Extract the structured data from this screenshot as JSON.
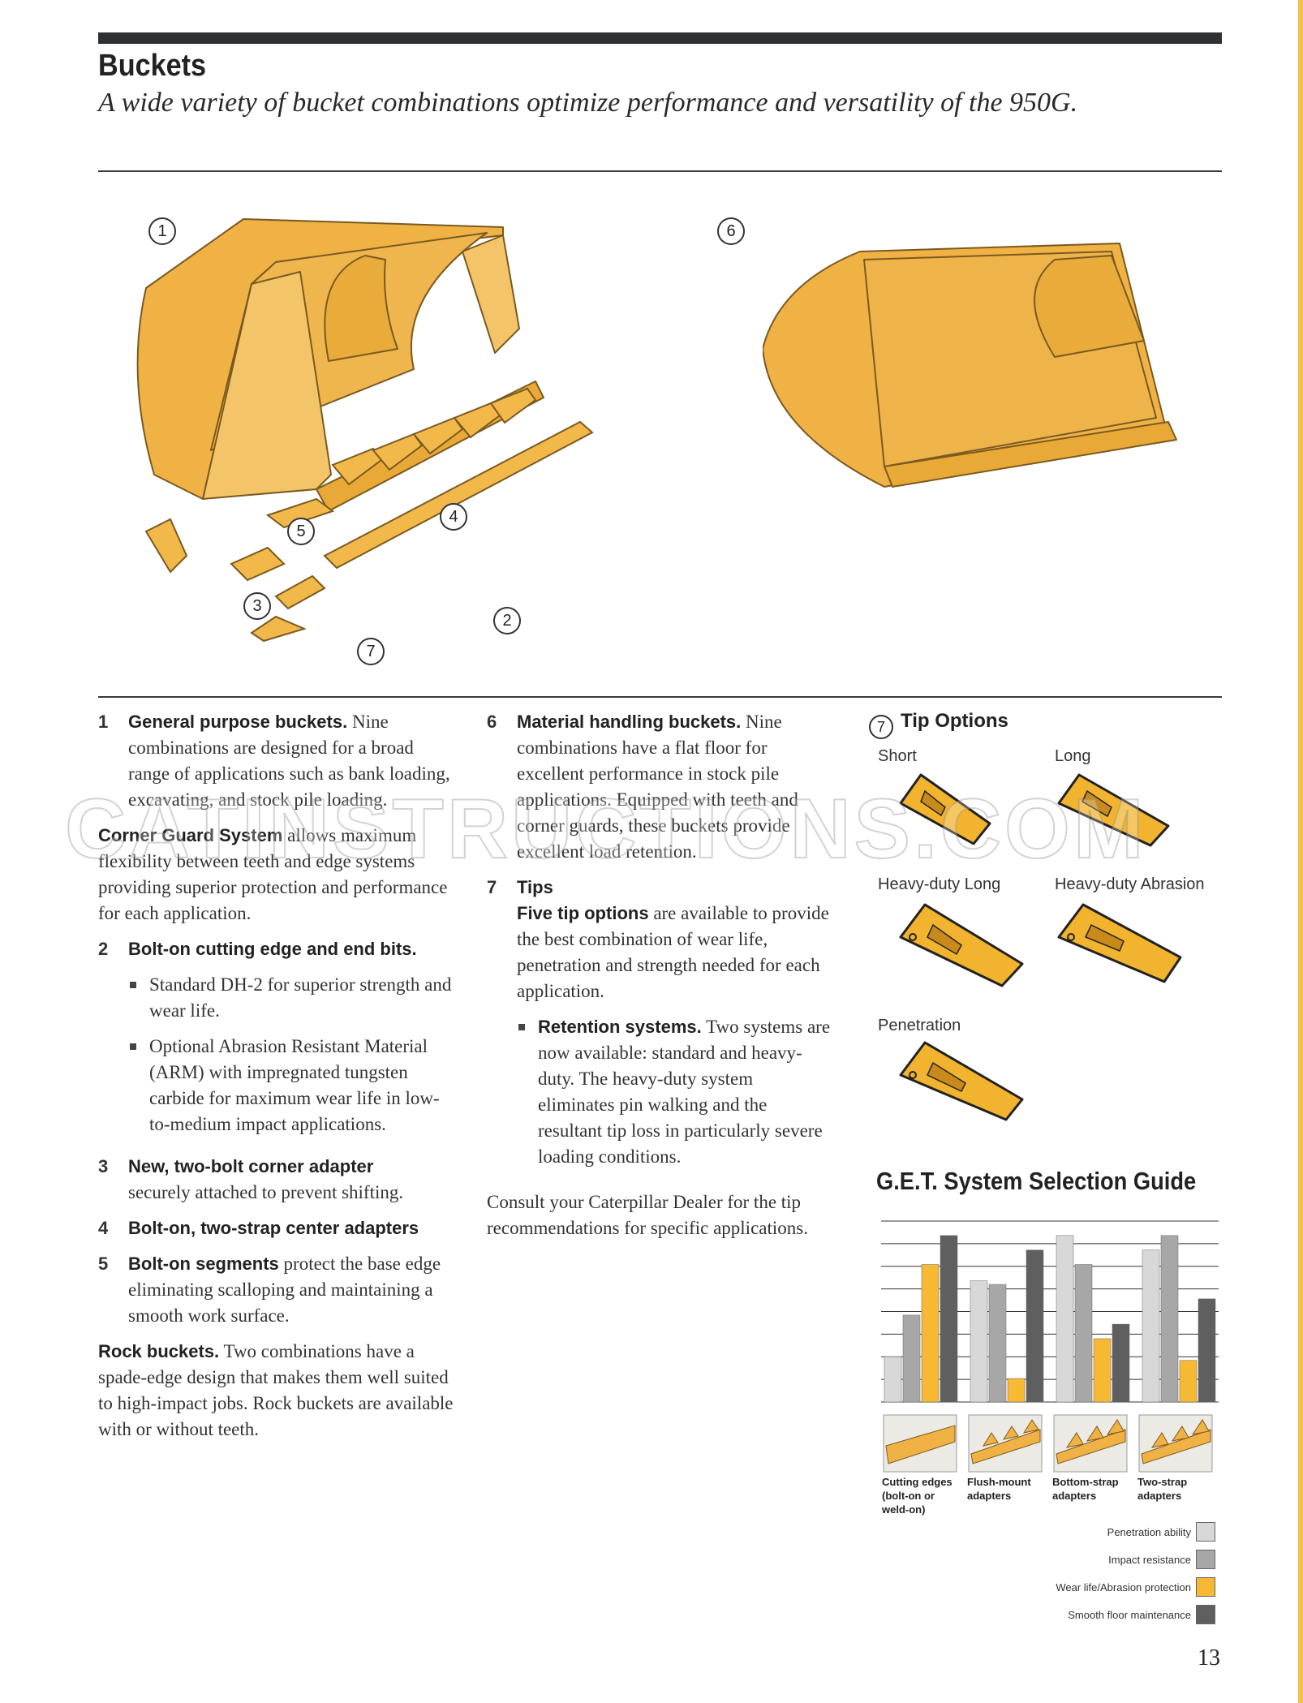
{
  "header": {
    "title": "Buckets",
    "subtitle": "A wide variety of bucket combinations optimize performance and versatility of the 950G."
  },
  "colors": {
    "bucket_yellow": "#f2b84a",
    "top_bar": "#2e3133",
    "penetration": "#d8d8d8",
    "impact": "#a7a7a7",
    "wear": "#f7b833",
    "smooth": "#5f5f5f"
  },
  "callouts": {
    "c1": "1",
    "c2": "2",
    "c3": "3",
    "c4": "4",
    "c5": "5",
    "c6": "6",
    "c7": "7"
  },
  "col1": {
    "i1_num": "1",
    "i1_head": "General purpose buckets.",
    "i1_text": " Nine combinations are designed for a broad range of applications such as bank loading, excavating, and stock pile loading.",
    "cgs_head": "Corner Guard System",
    "cgs_text": " allows maximum flexibility between teeth and edge systems providing superior protection and performance for each application.",
    "i2_num": "2",
    "i2_head": "Bolt-on cutting edge and end bits.",
    "b1": "Standard DH-2 for superior strength and wear life.",
    "b2": "Optional Abrasion Resistant Material (ARM) with impregnated tungsten carbide for maximum wear life in low-to-medium impact applications.",
    "i3_num": "3",
    "i3_head": "New, two-bolt corner adapter",
    "i3_text": "securely attached to prevent shifting.",
    "i4_num": "4",
    "i4_head": "Bolt-on, two-strap center adapters",
    "i5_num": "5",
    "i5_head": "Bolt-on segments",
    "i5_text": " protect the base edge eliminating scalloping and maintaining a smooth work surface.",
    "rock_head": "Rock buckets.",
    "rock_text": " Two combinations have a spade-edge design that makes them well suited to high-impact jobs. Rock buckets are available with or without teeth."
  },
  "col2": {
    "i6_num": "6",
    "i6_head": "Material handling buckets.",
    "i6_text": " Nine combinations have a flat floor for excellent performance in stock pile applications. Equipped with teeth and corner guards, these buckets provide excellent load retention.",
    "i7_num": "7",
    "i7_head": "Tips",
    "tips_head": "Five tip options",
    "tips_text": " are available to provide the best combination of wear life, penetration and strength needed for each application.",
    "ret_head": "Retention systems.",
    "ret_text": " Two systems are now available: standard and heavy-duty. The heavy-duty system eliminates pin walking and the resultant tip loss in particularly severe loading conditions.",
    "consult": "Consult your Caterpillar Dealer for the tip recommendations for specific applications."
  },
  "tips": {
    "num": "7",
    "title": "Tip Options",
    "short": "Short",
    "long": "Long",
    "hd_long": "Heavy-duty Long",
    "hd_abrasion": "Heavy-duty Abrasion",
    "penetration": "Penetration"
  },
  "guide": {
    "title": "G.E.T. System Selection Guide"
  },
  "chart_data": {
    "type": "bar",
    "title": "G.E.T. System Selection Guide",
    "categories": [
      "Cutting edges (bolt-on or weld-on)",
      "Flush-mount adapters",
      "Bottom-strap adapters",
      "Two-strap adapters"
    ],
    "category_lines": [
      [
        "Cutting edges",
        "(bolt-on or",
        "weld-on)"
      ],
      [
        "Flush-mount",
        "adapters"
      ],
      [
        "Bottom-strap",
        "adapters"
      ],
      [
        "Two-strap",
        "adapters"
      ]
    ],
    "series": [
      {
        "name": "Penetration ability",
        "color": "#d8d8d8",
        "values": [
          2.5,
          6.7,
          9.2,
          8.4
        ]
      },
      {
        "name": "Impact resistance",
        "color": "#a7a7a7",
        "values": [
          4.8,
          6.5,
          7.6,
          9.2
        ]
      },
      {
        "name": "Wear life/Abrasion protection",
        "color": "#f7b833",
        "values": [
          7.6,
          1.3,
          3.5,
          2.3
        ]
      },
      {
        "name": "Smooth floor maintenance",
        "color": "#5f5f5f",
        "values": [
          9.2,
          8.4,
          4.3,
          5.7
        ]
      }
    ],
    "ylim": [
      0,
      10
    ],
    "grid": true,
    "legend": "bottom-right"
  },
  "watermark": "CATINSTRUCTIONS.COM",
  "page_number": "13"
}
